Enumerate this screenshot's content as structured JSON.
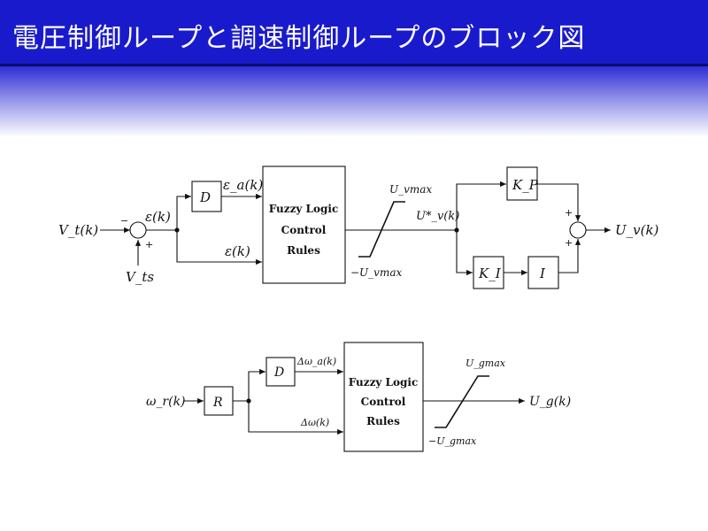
{
  "slide": {
    "title": "電圧制御ループと調速制御ループのブロック図"
  },
  "colors": {
    "header_blue": "#1a1acd",
    "header_border": "#0b0b6e",
    "line": "#111111"
  },
  "voltage_loop": {
    "input": "V_t(k)",
    "reference": "V_ts",
    "sum_minus": "−",
    "sum_plus": "+",
    "error": "ε(k)",
    "derivative_block": "D",
    "error_rate": "ε_a(k)",
    "error_lower": "ε(k)",
    "fuzzy_line1": "Fuzzy Logic",
    "fuzzy_line2": "Control",
    "fuzzy_line3": "Rules",
    "sat_max": "U_vmax",
    "sat_min": "−U_vmax",
    "intermediate": "U*_v(k)",
    "kp_block": "K_P",
    "ki_block": "K_I",
    "integrator_block": "I",
    "out_plus_top": "+",
    "out_plus_bottom": "+",
    "output": "U_v(k)"
  },
  "speed_loop": {
    "input": "ω_r(k)",
    "r_block": "R",
    "derivative_block": "D",
    "rate_label": "Δω_a(k)",
    "delta_label": "Δω(k)",
    "fuzzy_line1": "Fuzzy Logic",
    "fuzzy_line2": "Control",
    "fuzzy_line3": "Rules",
    "sat_max": "U_gmax",
    "sat_min": "−U_gmax",
    "output": "U_g(k)"
  }
}
